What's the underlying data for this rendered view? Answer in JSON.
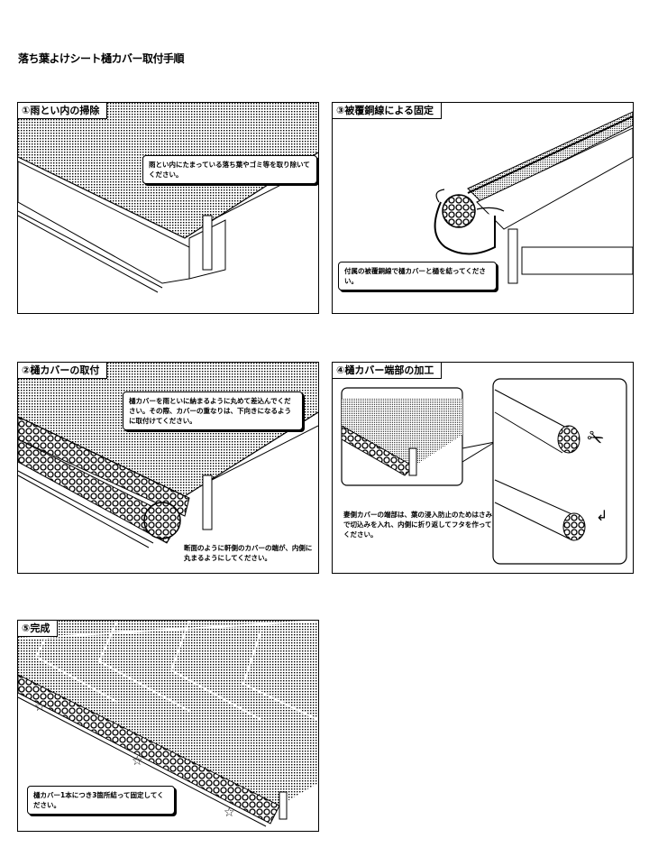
{
  "document": {
    "title": "落ち葉よけシート樋カバー取付手順"
  },
  "steps": [
    {
      "label": "①雨とい内の掃除",
      "callout": "雨とい内にたまっている落ち葉やゴミ等を取り除いてください。"
    },
    {
      "label": "③被覆銅線による固定",
      "callout": "付属の被覆銅線で樋カバーと樋を結ってください。"
    },
    {
      "label": "②樋カバーの取付",
      "callout": "樋カバーを雨といに納まるように丸めて差込んでください。その際、カバーの重なりは、下向きになるように取付けてください。",
      "note": "断面のように軒側のカバーの端が、内側に丸まるようにしてください。"
    },
    {
      "label": "④樋カバー端部の加工",
      "note": "妻側カバーの端部は、葉の浸入防止のためはさみで切込みを入れ、内側に折り返してフタを作ってください。"
    },
    {
      "label": "⑤完成",
      "callout": "樋カバー1本につき3箇所結って固定してください。"
    }
  ]
}
